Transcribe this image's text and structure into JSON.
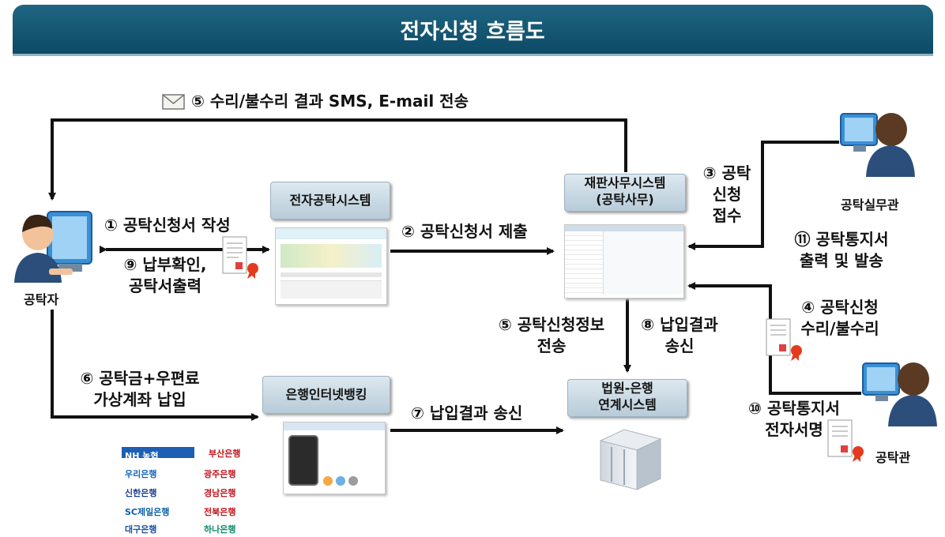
{
  "title": "전자신청 흐름도",
  "actors": {
    "applicant": "공탁자",
    "clerk": "공탁실무관",
    "officer": "공탁관"
  },
  "systems": {
    "e_deposit": "전자공탁시스템",
    "court_line1": "재판사무시스템",
    "court_line2": "(공탁사무)",
    "bank_internet": "은행인터넷뱅킹",
    "link_line1": "법원-은행",
    "link_line2": "연계시스템"
  },
  "steps": {
    "s1": "① 공탁신청서 작성",
    "s9_line1": "⑨ 납부확인,",
    "s9_line2": "공탁서출력",
    "s2": "② 공탁신청서 제출",
    "s5_sms": "⑤ 수리/불수리 결과 SMS, E-mail 전송",
    "s3_line1": "③ 공탁",
    "s3_line2": "신청",
    "s3_line3": "접수",
    "s11_line1": "⑪ 공탁통지서",
    "s11_line2": "출력 및 발송",
    "s4_line1": "④ 공탁신청",
    "s4_line2": "수리/불수리",
    "s5_info_line1": "⑤ 공탁신청정보",
    "s5_info_line2": "전송",
    "s8_line1": "⑧ 납입결과",
    "s8_line2": "송신",
    "s6_line1": "⑥ 공탁금+우편료",
    "s6_line2": "가상계좌 납입",
    "s7": "⑦ 납입결과 송신",
    "s10_line1": "⑩ 공탁통지서",
    "s10_line2": "전자서명"
  },
  "banks": [
    "NH 농협",
    "부산은행",
    "우리은행",
    "광주은행",
    "신한은행",
    "경남은행",
    "SC제일은행",
    "전북은행",
    "대구은행",
    "하나은행"
  ],
  "icons": {
    "envelope": "envelope-icon",
    "person_computer": "person-at-computer-icon",
    "certificate": "certificate-with-seal-icon",
    "server": "server-icon"
  },
  "colors": {
    "banner": "#155a77",
    "arrow": "#111111",
    "system_box": "#c9d9e4"
  }
}
